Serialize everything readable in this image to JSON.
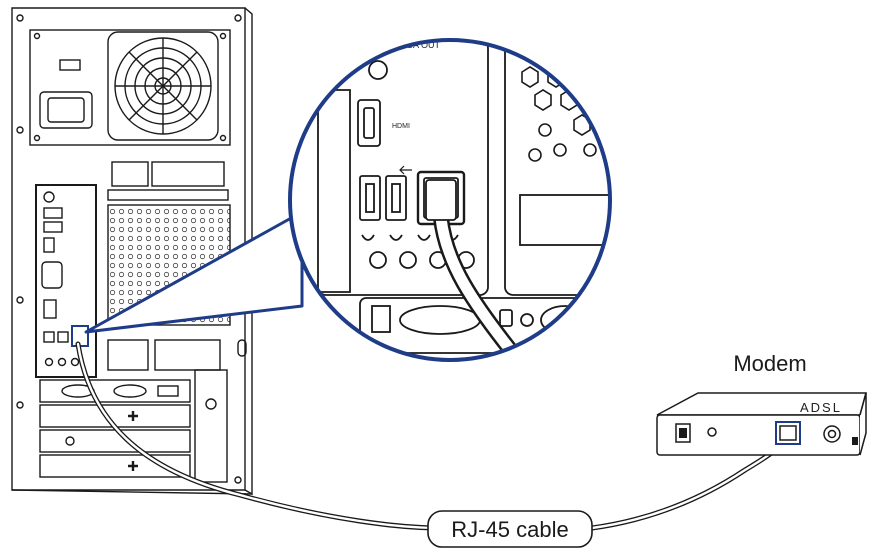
{
  "labels": {
    "modem": "Modem",
    "cable": "RJ-45 cable",
    "modem_brand": "ADSL",
    "vga_out": "VGA OUT",
    "hdmi": "HDMI"
  },
  "colors": {
    "magnifier_ring": "#1f3c88",
    "line": "#1a1a1a",
    "background": "#ffffff"
  },
  "icons": {
    "ethernet_port": "rj45-port-icon",
    "usb": "usb-icon"
  }
}
